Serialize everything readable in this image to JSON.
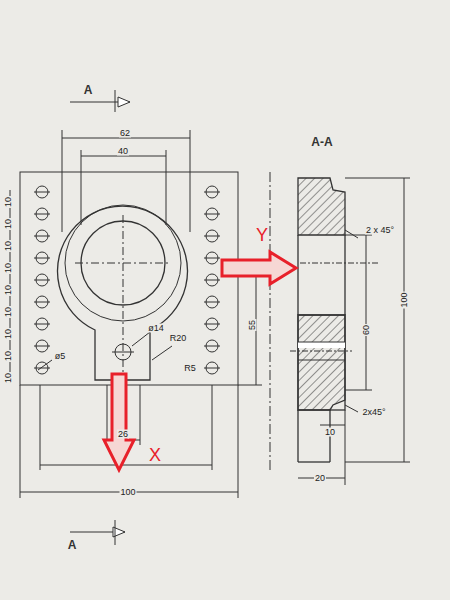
{
  "diagram": {
    "labels": [
      "A",
      "A",
      "A-A",
      "62",
      "40",
      "10",
      "10",
      "10",
      "10",
      "10",
      "10",
      "10",
      "10",
      "10",
      "ø5",
      "ø14",
      "R20",
      "R5",
      "26",
      "100",
      "55",
      "2 x 45°",
      "100",
      "60",
      "2x45°",
      "10",
      "20",
      "Y",
      "X"
    ]
  }
}
